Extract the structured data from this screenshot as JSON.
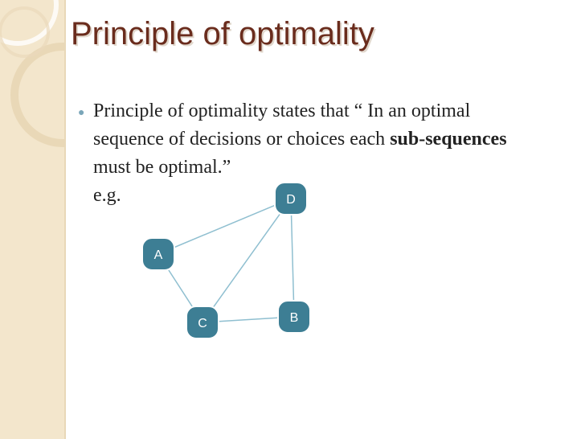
{
  "slide": {
    "title": "Principle of optimality",
    "bullet": {
      "text_before": "Principle of optimality states that “ In an optimal sequence of decisions or choices each ",
      "bold": "sub-sequences",
      "text_after": " must be optimal.”"
    },
    "example_label": "e.g."
  },
  "graph": {
    "nodes": [
      {
        "id": "D",
        "label": "D"
      },
      {
        "id": "A",
        "label": "A"
      },
      {
        "id": "C",
        "label": "C"
      },
      {
        "id": "B",
        "label": "B"
      }
    ],
    "edges": [
      [
        "A",
        "D"
      ],
      [
        "A",
        "C"
      ],
      [
        "C",
        "D"
      ],
      [
        "C",
        "B"
      ],
      [
        "D",
        "B"
      ]
    ],
    "node_color": "#3d7e94",
    "edge_color": "#8fbfd0"
  }
}
